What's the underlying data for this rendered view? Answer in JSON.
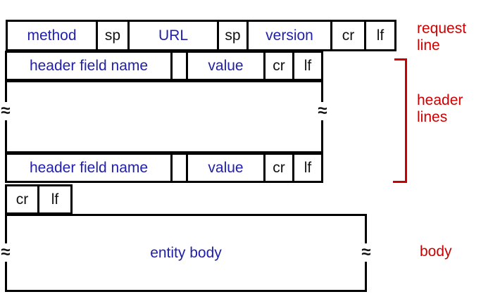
{
  "diagram": {
    "request_line": {
      "method": "method",
      "sp1": "sp",
      "url": "URL",
      "sp2": "sp",
      "version": "version",
      "cr": "cr",
      "lf": "lf"
    },
    "header_rows": [
      {
        "name": "header field name",
        "value": "value",
        "cr": "cr",
        "lf": "lf"
      },
      {
        "name": "header field name",
        "value": "value",
        "cr": "cr",
        "lf": "lf"
      }
    ],
    "blank_line": {
      "cr": "cr",
      "lf": "lf"
    },
    "entity_body": "entity body",
    "break_mark": "≈"
  },
  "annotations": {
    "request_line": [
      "request",
      "line"
    ],
    "header_lines": [
      "header",
      "lines"
    ],
    "body": "body"
  },
  "colors": {
    "field_text": "#2020AA",
    "token_text": "#111111",
    "annotation": "#CC0000",
    "border": "#000000",
    "background": "#FFFFFF"
  }
}
